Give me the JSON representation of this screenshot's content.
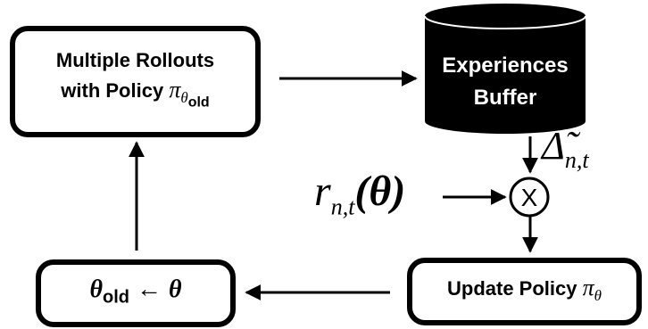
{
  "nodes": {
    "rollouts": {
      "line1": "Multiple Rollouts",
      "line2": "with Policy",
      "policy_symbol": "π",
      "policy_subscript": "θ",
      "policy_subsubscript": "old"
    },
    "buffer": {
      "line1": "Experiences",
      "line2": "Buffer"
    },
    "update": {
      "label": "Update Policy",
      "policy_symbol": "π",
      "policy_subscript": "θ"
    },
    "assign": {
      "lhs": "θ",
      "lhs_subscript": "old",
      "arrow": "←",
      "rhs": "θ"
    },
    "multiply": {
      "symbol": "X"
    }
  },
  "inputs": {
    "ratio": {
      "symbol": "r",
      "subscript": "n,t",
      "argument": "(θ)"
    },
    "advantage": {
      "symbol": "Δ̃",
      "subscript": "n,t"
    }
  }
}
